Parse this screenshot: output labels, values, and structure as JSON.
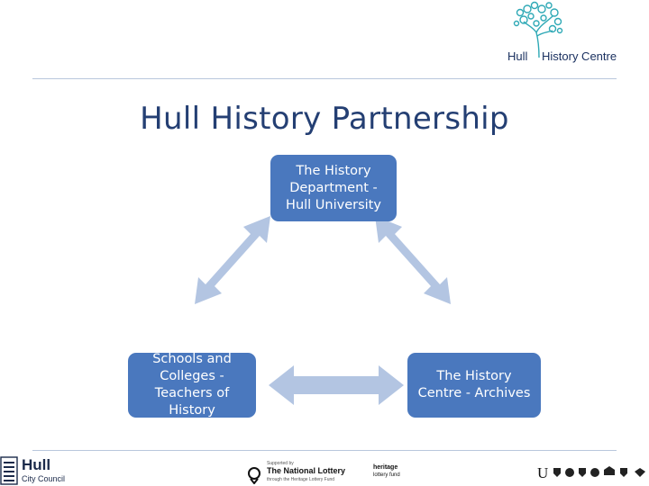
{
  "header": {
    "logo_left_word": "Hull",
    "logo_right_word": "History Centre"
  },
  "title": "Hull History Partnership",
  "nodes": {
    "top": "The History Department - Hull University",
    "left": "Schools and Colleges - Teachers of History",
    "right": "The History Centre - Archives"
  },
  "footer": {
    "council_line1": "Hull",
    "council_line2": "City Council",
    "supported_by": "Supported by",
    "lottery_name": "The National Lottery",
    "lottery_sub": "through the Heritage Lottery Fund",
    "hlf_line1": "heritage",
    "hlf_line2": "lottery fund",
    "university_prefix": "U"
  },
  "colors": {
    "title": "#243f73",
    "node_fill": "#4a78be",
    "arrow_fill": "#b3c5e2",
    "logo_teal": "#2fa9b6"
  }
}
